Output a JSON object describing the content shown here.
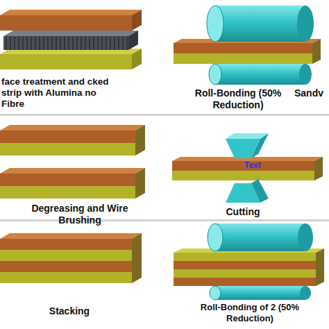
{
  "diagram": {
    "labels": [
      "face treatment and cked strip with Alumina no Fibre",
      "Roll-Bonding (50% Reduction)",
      "Sandv",
      "Degreasing and Wire Brushing",
      "Cutting",
      "Text",
      "Stacking",
      "Roll-Bonding of 2 (50% Reduction)"
    ]
  }
}
